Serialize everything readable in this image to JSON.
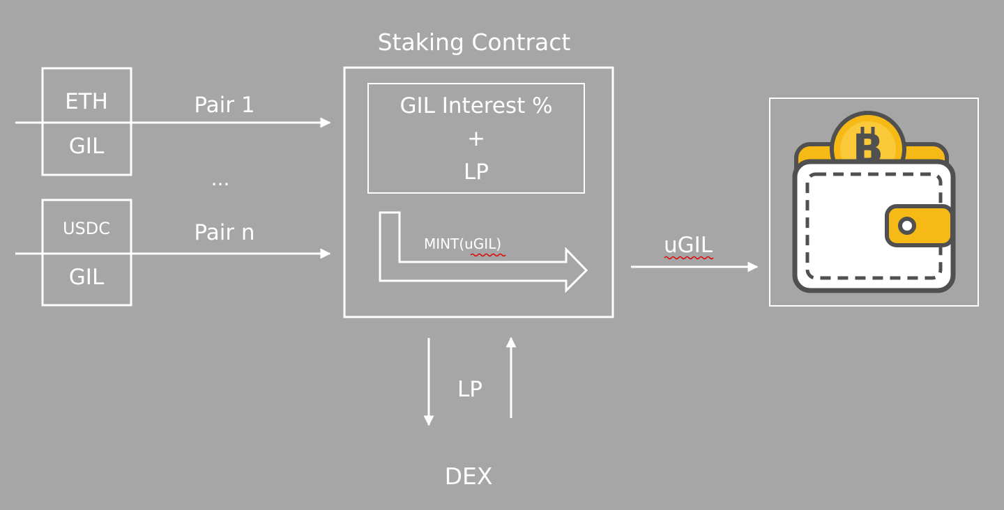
{
  "title": "Staking Contract",
  "pairs": [
    {
      "top": "ETH",
      "bottom": "GIL",
      "label": "Pair 1"
    },
    {
      "top": "USDC",
      "bottom": "GIL",
      "label": "Pair n"
    }
  ],
  "ellipsis": "...",
  "contract": {
    "interest_line1": "GIL Interest %",
    "interest_plus": "+",
    "interest_line2": "LP",
    "mint_label": "MINT(uGIL)"
  },
  "output_label": "uGIL",
  "dex": {
    "arrow_label": "LP",
    "name": "DEX"
  },
  "colors": {
    "background": "#a6a6a6",
    "line": "#ffffff",
    "wallet_outline": "#505050",
    "wallet_accent": "#f7b916",
    "wallet_body": "#ffffff",
    "spellcheck": "#e00000"
  },
  "icons": {
    "wallet": "wallet-icon",
    "coin": "bitcoin-coin-icon"
  }
}
